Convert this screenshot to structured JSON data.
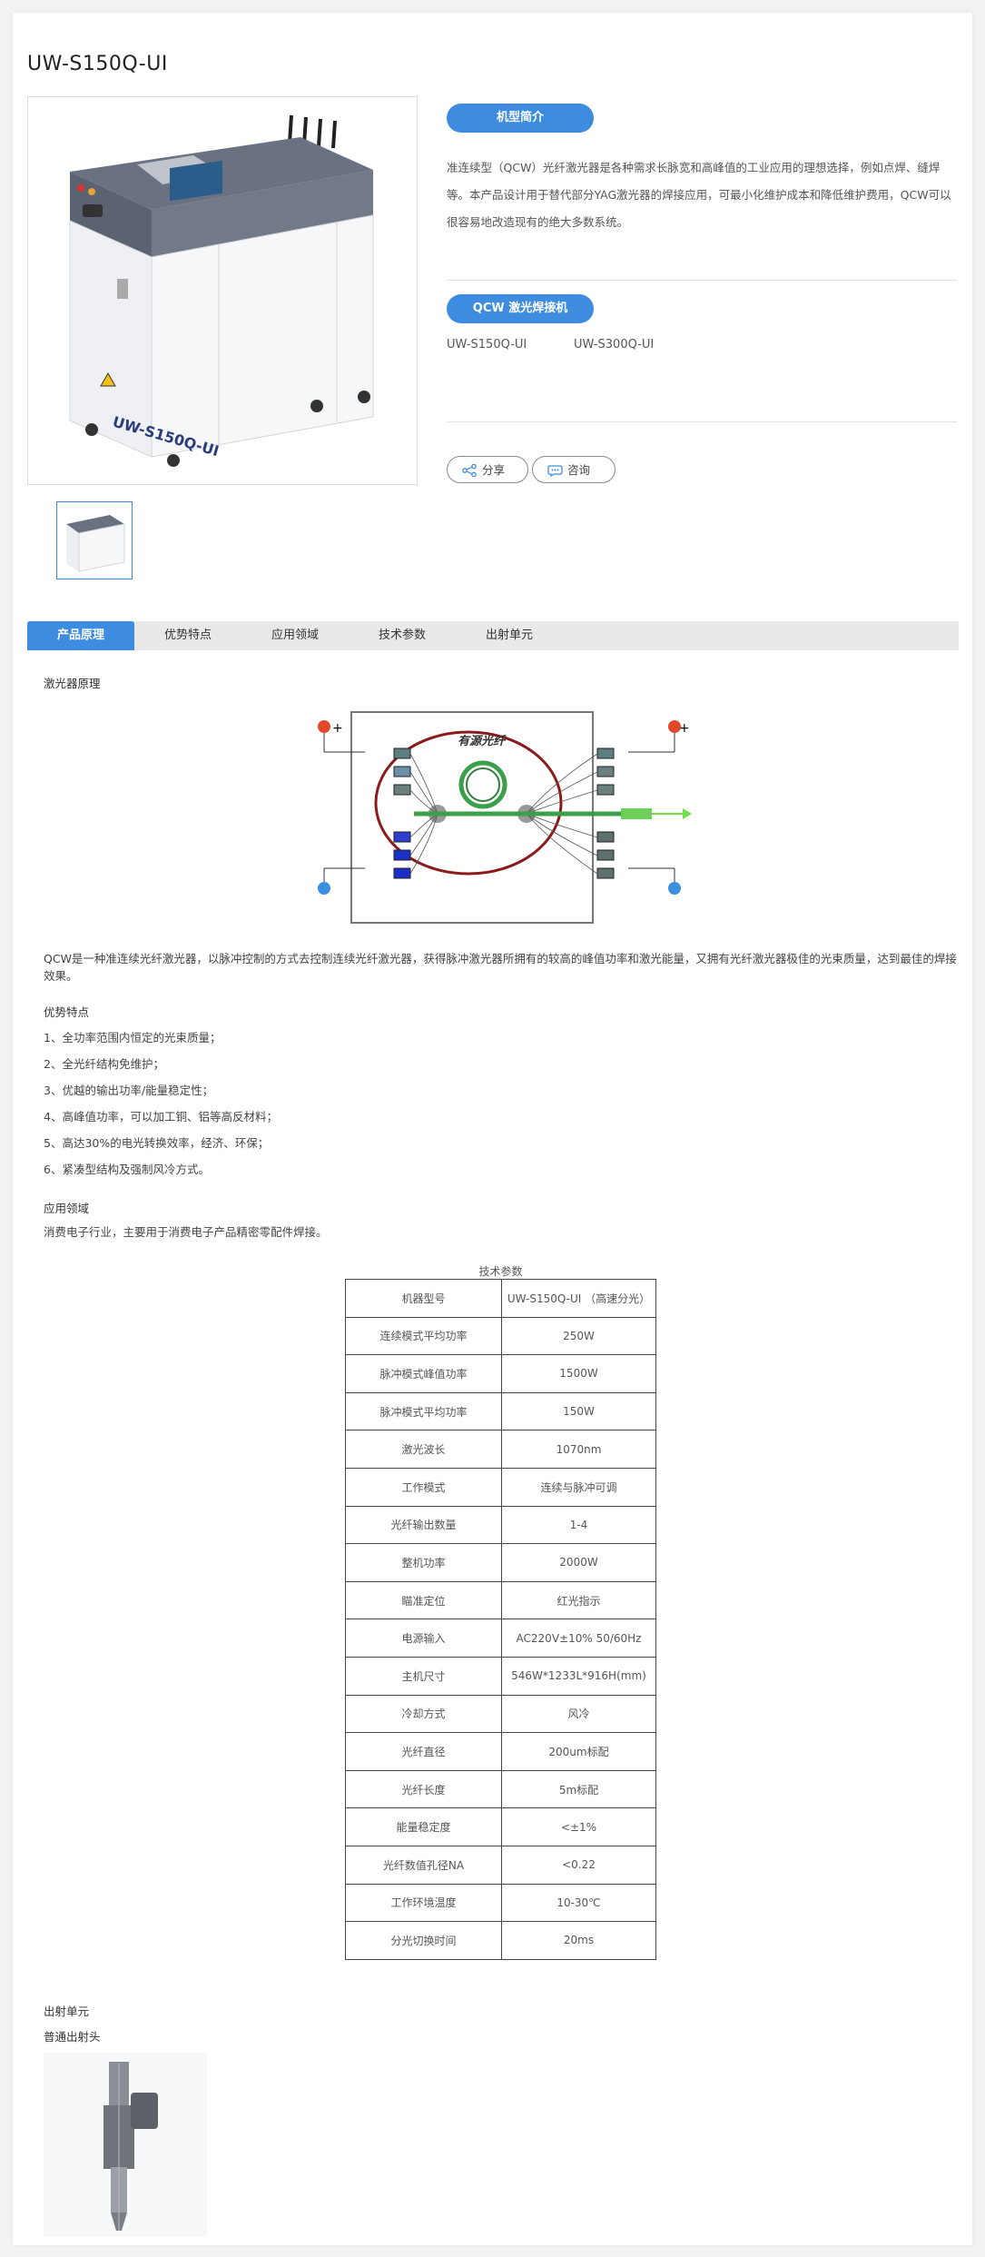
{
  "product": {
    "title": "UW-S150Q-UI",
    "main_image_label": "UW-S150Q-UI"
  },
  "intro": {
    "button": "机型简介",
    "text": "准连续型（QCW）光纤激光器是各种需求长脉宽和高峰值的工业应用的理想选择，例如点焊、缝焊等。本产品设计用于替代部分YAG激光器的焊接应用，可最小化维护成本和降低维护费用，QCW可以很容易地改造现有的绝大多数系统。"
  },
  "series": {
    "button": "QCW 激光焊接机",
    "models": [
      "UW-S150Q-UI",
      "UW-S300Q-UI"
    ]
  },
  "actions": {
    "share": "分享",
    "consult": "咨询"
  },
  "tabs": [
    "产品原理",
    "优势特点",
    "应用领域",
    "技术参数",
    "出射单元"
  ],
  "principle": {
    "heading": "激光器原理",
    "diagram_label": "有源光纤",
    "description": "QCW是一种准连续光纤激光器，以脉冲控制的方式去控制连续光纤激光器，获得脉冲激光器所拥有的较高的峰值功率和激光能量，又拥有光纤激光器极佳的光束质量，达到最佳的焊接效果。"
  },
  "advantages": {
    "heading": "优势特点",
    "items": [
      "1、全功率范围内恒定的光束质量；",
      "2、全光纤结构免维护；",
      "3、优越的输出功率/能量稳定性；",
      "4、高峰值功率，可以加工铜、铝等高反材料；",
      "5、高达30%的电光转换效率，经济、环保；",
      "6、紧凑型结构及强制风冷方式。"
    ]
  },
  "application": {
    "heading": "应用领域",
    "text": "消费电子行业，主要用于消费电子产品精密零配件焊接。"
  },
  "specs": {
    "caption": "技术参数",
    "rows": [
      [
        "机器型号",
        "UW-S150Q-UI （高速分光）"
      ],
      [
        "连续模式平均功率",
        "250W"
      ],
      [
        "脉冲模式峰值功率",
        "1500W"
      ],
      [
        "脉冲模式平均功率",
        "150W"
      ],
      [
        "激光波长",
        "1070nm"
      ],
      [
        "工作模式",
        "连续与脉冲可调"
      ],
      [
        "光纤输出数量",
        "1-4"
      ],
      [
        "整机功率",
        "2000W"
      ],
      [
        "瞄准定位",
        "红光指示"
      ],
      [
        "电源输入",
        "AC220V±10% 50/60Hz"
      ],
      [
        "主机尺寸",
        "546W*1233L*916H(mm)"
      ],
      [
        "冷却方式",
        "风冷"
      ],
      [
        "光纤直径",
        "200um标配"
      ],
      [
        "光纤长度",
        "5m标配"
      ],
      [
        "能量稳定度",
        "<±1%"
      ],
      [
        "光纤数值孔径NA",
        "<0.22"
      ],
      [
        "工作环境温度",
        "10-30℃"
      ],
      [
        "分光切换时间",
        "20ms"
      ]
    ]
  },
  "output_unit": {
    "heading": "出射单元",
    "subheading": "普通出射头"
  },
  "colors": {
    "accent": "#3d8ce0",
    "tab_bar": "#e9e9e9"
  }
}
